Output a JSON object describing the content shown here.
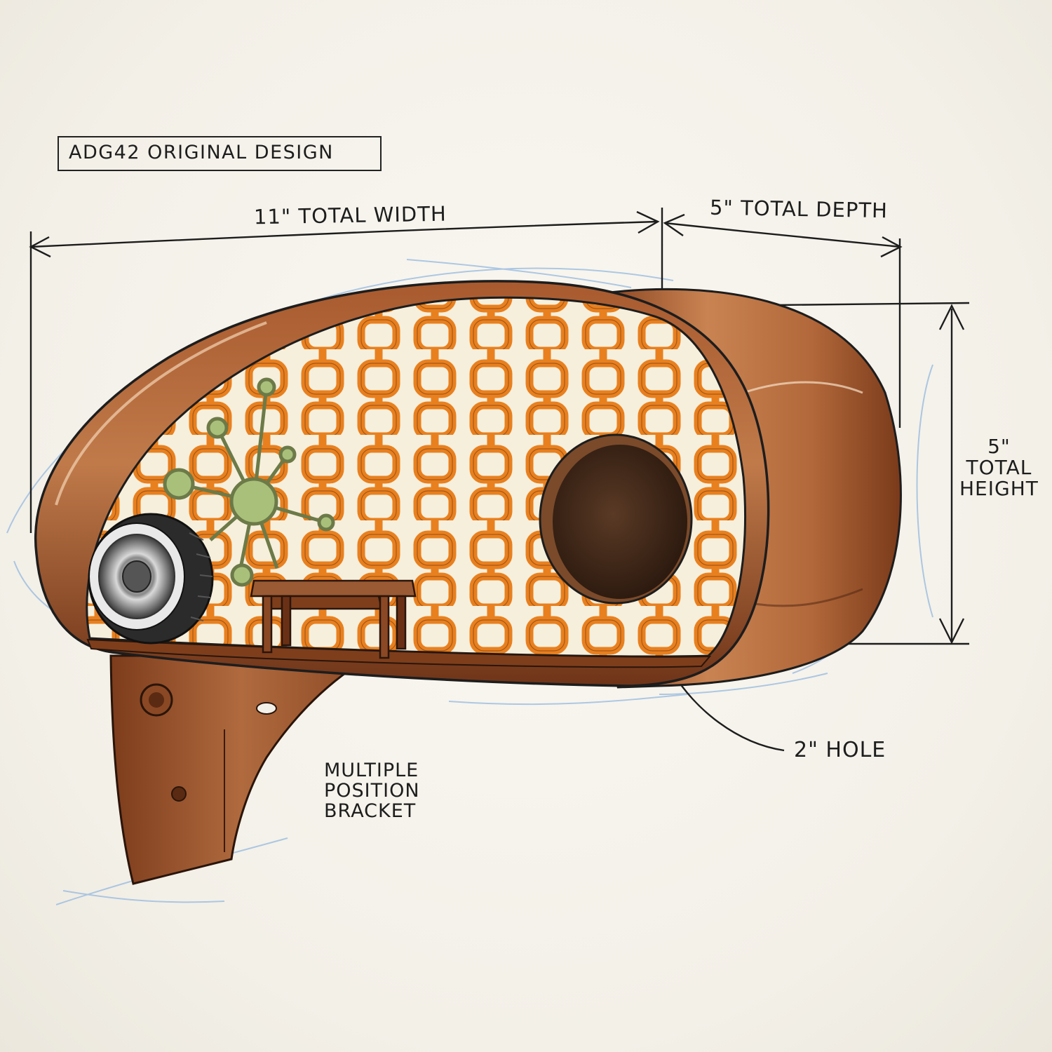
{
  "title": "ADG42 ORIGINAL DESIGN",
  "dimensions": {
    "width": "11\" TOTAL WIDTH",
    "depth": "5\" TOTAL DEPTH",
    "height_lines": [
      "5\"",
      "TOTAL",
      "HEIGHT"
    ],
    "hole": "2\" HOLE"
  },
  "notes": {
    "bracket_lines": [
      "MULTIPLE",
      "POSITION",
      "BRACKET"
    ]
  },
  "colors": {
    "wood_light": "#b4673a",
    "wood_dark": "#6a3015",
    "pattern_orange": "#e8801f",
    "interior_cream": "#f6efdc",
    "ink": "#1d1d1d",
    "pencil_blue": "#9bbce0",
    "sputnik_green": "#a9c07a"
  }
}
